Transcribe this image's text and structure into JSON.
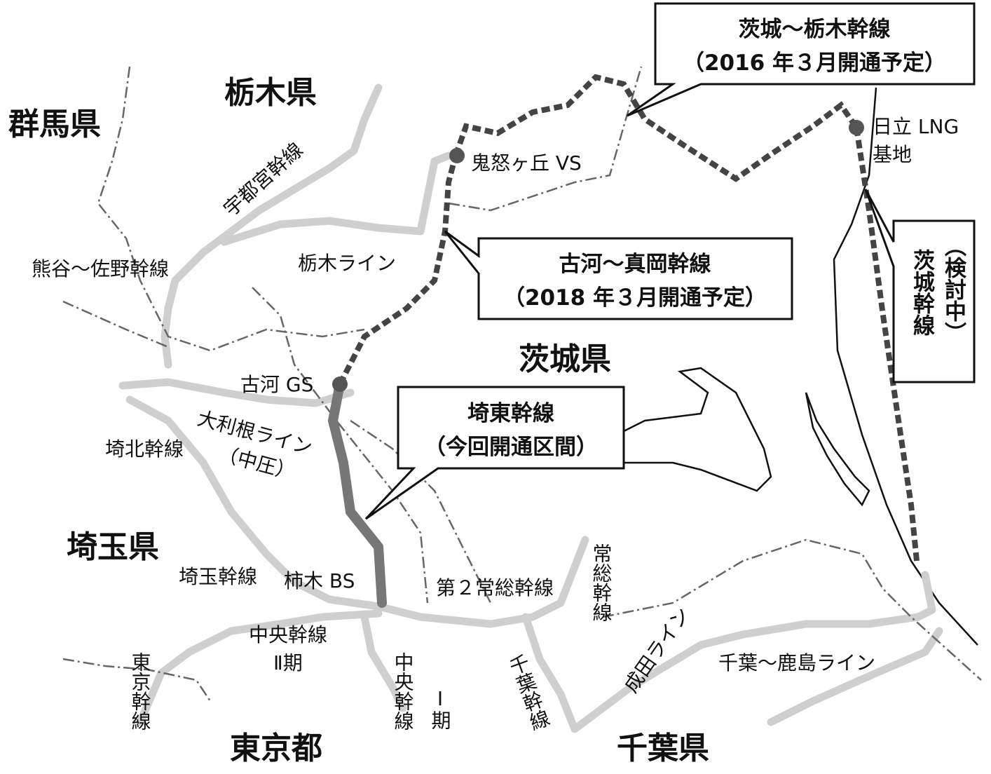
{
  "prefectures": {
    "gunma": "群馬県",
    "tochigi": "栃木県",
    "ibaraki": "茨城県",
    "saitama": "埼玉県",
    "tokyo": "東京都",
    "chiba": "千葉県"
  },
  "labels": {
    "utsunomiya": "宇都宮幹線",
    "kumagaya_sano": "熊谷～佐野幹線",
    "tochigi_line": "栃木ライン",
    "kinugaoka": "鬼怒ヶ丘 VS",
    "hitachi_1": "日立 LNG",
    "hitachi_2": "基地",
    "koga_gs": "古河 GS",
    "ootone_1": "大利根ライン",
    "ootone_2": "（中圧）",
    "saihoku": "埼北幹線",
    "saitama_trunk": "埼玉幹線",
    "kakinoki": "柿木 BS",
    "dai2_joso": "第２常総幹線",
    "joso": "常総幹線",
    "chuo2_1": "中央幹線",
    "chuo2_2": "Ⅱ期",
    "tokyo_trunk": "東京幹線",
    "chuo1_1": "中央幹線",
    "chuo1_2": "Ⅰ期",
    "chiba_trunk": "千葉幹線",
    "narita": "成田ライン",
    "chiba_kashima": "千葉～鹿島ライン"
  },
  "callouts": {
    "ibaraki_tochigi": {
      "line1": "茨城～栃木幹線",
      "line2": "（2016 年３月開通予定）"
    },
    "koga_moka": {
      "line1": "古河～真岡幹線",
      "line2": "（2018 年３月開通予定）"
    },
    "ibaraki_trunk": {
      "line1": "茨城幹線",
      "line2": "（検討中）"
    },
    "saito": {
      "line1": "埼東幹線",
      "line2": "（今回開通区間）"
    }
  }
}
